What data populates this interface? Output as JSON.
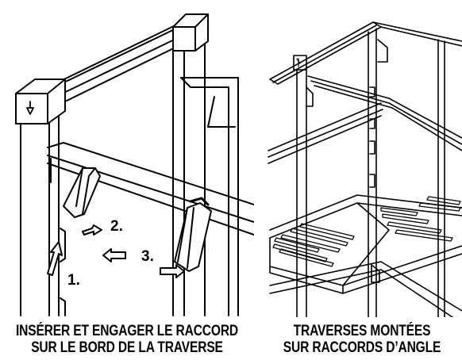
{
  "left_figure": {
    "step_labels": [
      "1.",
      "2.",
      "3."
    ],
    "caption_line1": "INSÉRER ET ENGAGER LE RACCORD",
    "caption_line2": "SUR LE BORD DE LA TRAVERSE"
  },
  "right_figure": {
    "caption_line1": "TRAVERSES MONTÉES",
    "caption_line2": "SUR RACCORDS D’ANGLE"
  },
  "colors": {
    "line": "#000000",
    "background": "#ffffff"
  }
}
